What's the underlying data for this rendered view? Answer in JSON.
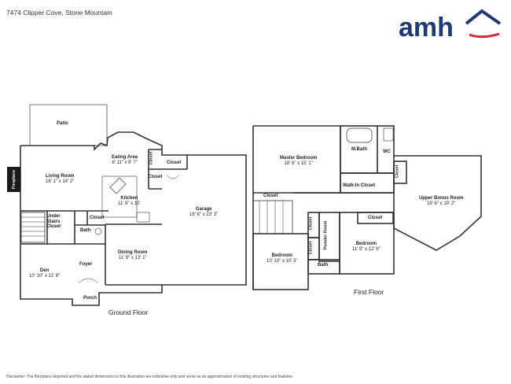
{
  "header": {
    "address": "7474 Clipper Cove, Stone Mountain",
    "logo_text": "amh",
    "logo_color": "#1f3a73",
    "logo_accent": "#d22630"
  },
  "ground_floor": {
    "title": "Ground Floor",
    "rooms": {
      "patio": {
        "name": "Patio"
      },
      "eating_area": {
        "name": "Eating Area",
        "dims": "8' 11\" x 8' 7\""
      },
      "living_room": {
        "name": "Living Room",
        "dims": "18' 1\" x 14' 2\""
      },
      "fireplace": {
        "name": "Fireplace"
      },
      "kitchen": {
        "name": "Kitchen",
        "dims": "11' 9\" x 10'"
      },
      "under_stairs_closet": {
        "name": "Under Stairs Closet"
      },
      "closet_kitchen": {
        "name": "Closet"
      },
      "closet_side_1": {
        "name": "Closet"
      },
      "closet_side_2": {
        "name": "Closet"
      },
      "closet_garage": {
        "name": "Closet"
      },
      "bath": {
        "name": "Bath"
      },
      "garage": {
        "name": "Garage",
        "dims": "18' 6\" x 23' 3\""
      },
      "dining_room": {
        "name": "Dining Room",
        "dims": "11' 9\" x 13' 1\""
      },
      "foyer": {
        "name": "Foyer"
      },
      "den": {
        "name": "Den",
        "dims": "10' 10\" x 11' 8\""
      },
      "porch": {
        "name": "Porch"
      }
    }
  },
  "first_floor": {
    "title": "First Floor",
    "rooms": {
      "master_bedroom": {
        "name": "Master Bedroom",
        "dims": "18' 6\" x 15' 1\""
      },
      "m_bath": {
        "name": "M.Bath"
      },
      "wc": {
        "name": "WC"
      },
      "walk_in_closet": {
        "name": "Walk-In Closet"
      },
      "closet_upper": {
        "name": "Closet"
      },
      "closet_master": {
        "name": "Closet"
      },
      "upper_bonus_room": {
        "name": "Upper Bonus Room",
        "dims": "18' 6\" x 19' 2\""
      },
      "closet_bed2": {
        "name": "Closet"
      },
      "closet_hall_1": {
        "name": "Closet"
      },
      "closet_hall_2": {
        "name": "Closet"
      },
      "powder_room": {
        "name": "Powder Room"
      },
      "bedroom_left": {
        "name": "Bedroom",
        "dims": "10' 10\" x 10' 3\""
      },
      "bedroom_right": {
        "name": "Bedroom",
        "dims": "11' 9\" x 12' 6\""
      },
      "bath": {
        "name": "Bath"
      }
    }
  },
  "disclaimer": "Disclaimer: The floorplans depicted and the stated dimensions in this illustration are indicative only and serve as an approximation of existing structures and features."
}
